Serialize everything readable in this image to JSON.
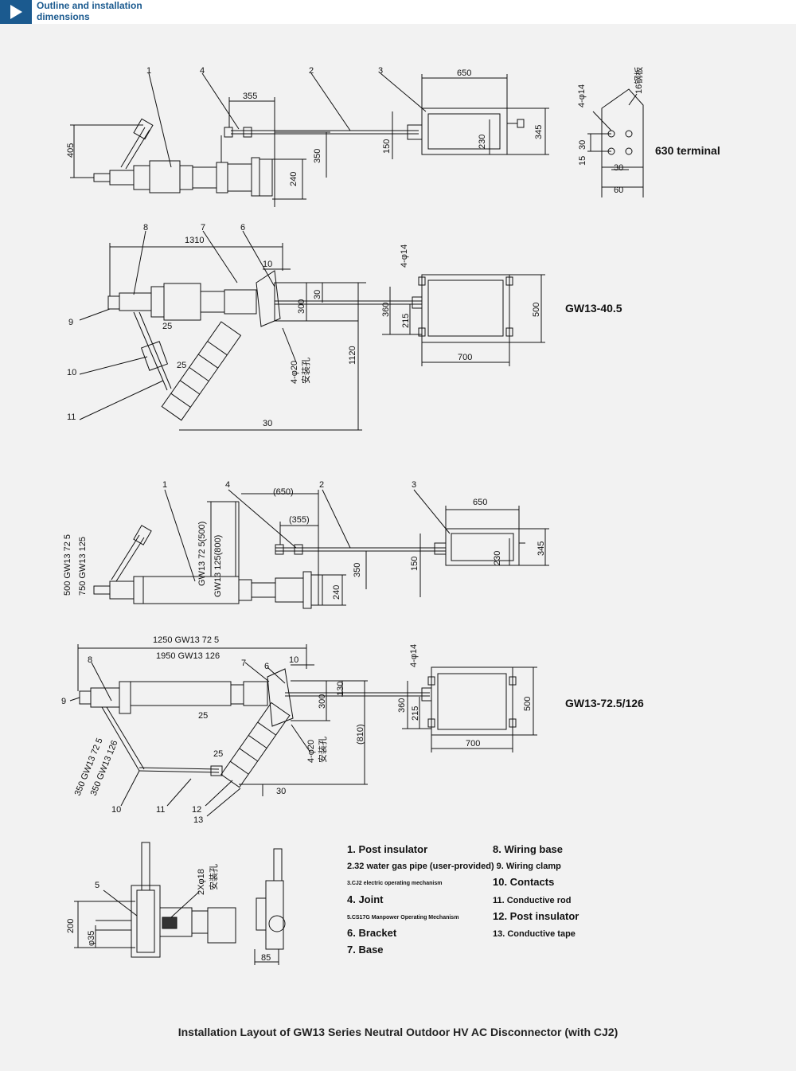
{
  "header": {
    "title": "Outline and installation\ndimensions",
    "play_icon": "play-icon"
  },
  "colors": {
    "accent": "#1b5a8f",
    "line": "#111111"
  },
  "diagrams": {
    "d1": {
      "dims": [
        "650",
        "355",
        "405",
        "350",
        "150",
        "230",
        "345",
        "240"
      ],
      "callouts": [
        "1",
        "4",
        "2",
        "3"
      ]
    },
    "terminal": {
      "label": "630 terminal",
      "dims": [
        "4-φ14",
        "16钢板",
        "15",
        "30",
        "30",
        "60"
      ]
    },
    "d2": {
      "label": "GW13-40.5",
      "dims": [
        "1310",
        "10",
        "30",
        "300",
        "360",
        "215",
        "500",
        "700",
        "4-φ14",
        "4-φ20",
        "安装孔",
        "25",
        "25",
        "1120",
        "30"
      ],
      "callouts": [
        "8",
        "7",
        "6",
        "9",
        "10",
        "11"
      ]
    },
    "d3": {
      "dims": [
        "(650)",
        "(355)",
        "650",
        "500  GW13  72  5",
        "750  GW13  125",
        "GW13  72  5(500)",
        "GW13  125(800)",
        "350",
        "150",
        "230",
        "345",
        "240"
      ],
      "callouts": [
        "1",
        "4",
        "2",
        "3"
      ]
    },
    "d4": {
      "label": "GW13-72.5/126",
      "dims": [
        "1250  GW13  72  5",
        "1950  GW13  126",
        "10",
        "130",
        "300",
        "360",
        "215",
        "500",
        "700",
        "4-φ14",
        "4-φ20",
        "安装孔",
        "25",
        "25",
        "(810)",
        "30",
        "350  GW13  72  5",
        "350  GW13  126"
      ],
      "callouts": [
        "8",
        "7",
        "6",
        "9",
        "10",
        "11",
        "12",
        "13"
      ]
    },
    "d5": {
      "dims": [
        "2Xφ18",
        "安装孔",
        "200",
        "φ35",
        "85"
      ],
      "callouts": [
        "5"
      ]
    }
  },
  "legend": {
    "items": [
      "1. Post insulator",
      "8. Wiring base",
      "2.32 water gas pipe (user-provided) 9. Wiring clamp",
      "3.CJ2 electric operating mechanism",
      "10. Contacts",
      "4. Joint",
      "11. Conductive rod",
      "5.CS17G Manpower Operating Mechanism",
      "12. Post insulator",
      "6. Bracket",
      "13. Conductive tape",
      "7. Base"
    ]
  },
  "caption": "Installation Layout of GW13 Series Neutral Outdoor HV AC Disconnector (with CJ2)"
}
